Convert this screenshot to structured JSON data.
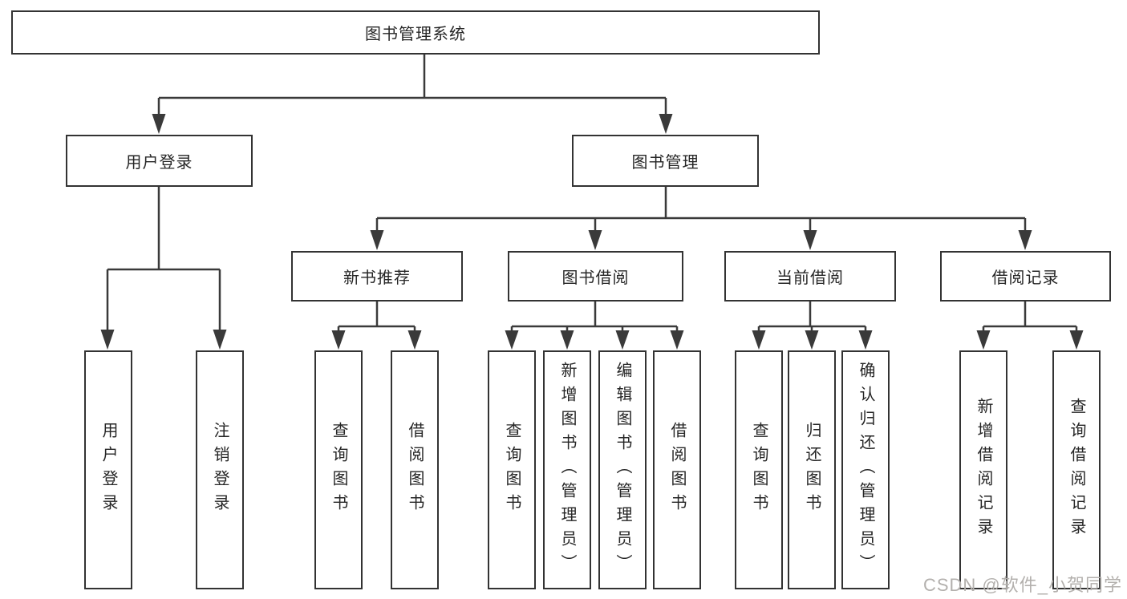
{
  "tree": {
    "label": "图书管理系统",
    "children": [
      {
        "label": "用户登录",
        "children": [
          {
            "label": "用户登录"
          },
          {
            "label": "注销登录"
          }
        ]
      },
      {
        "label": "图书管理",
        "children": [
          {
            "label": "新书推荐",
            "children": [
              {
                "label": "查询图书"
              },
              {
                "label": "借阅图书"
              }
            ]
          },
          {
            "label": "图书借阅",
            "children": [
              {
                "label": "查询图书"
              },
              {
                "label": "新增图书（管理员）"
              },
              {
                "label": "编辑图书（管理员）"
              },
              {
                "label": "借阅图书"
              }
            ]
          },
          {
            "label": "当前借阅",
            "children": [
              {
                "label": "查询图书"
              },
              {
                "label": "归还图书"
              },
              {
                "label": "确认归还（管理员）"
              }
            ]
          },
          {
            "label": "借阅记录",
            "children": [
              {
                "label": "新增借阅记录"
              },
              {
                "label": "查询借阅记录"
              }
            ]
          }
        ]
      }
    ]
  },
  "watermark": {
    "text": "CSDN @软件_小贺同学"
  },
  "colors": {
    "line": "#3a3a3a",
    "border": "#333333",
    "text": "#262626",
    "watermark": "#b3b0ad"
  }
}
